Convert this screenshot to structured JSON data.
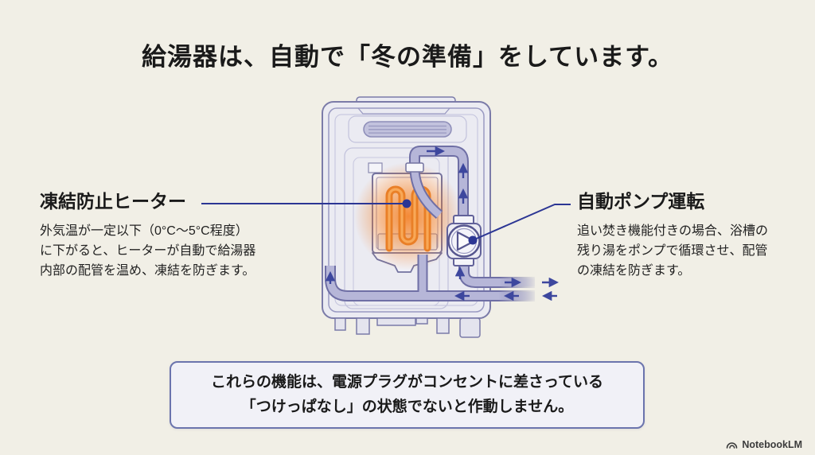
{
  "page": {
    "title": "給湯器は、自動で「冬の準備」をしています。",
    "background_color": "#f1efe6"
  },
  "callouts": {
    "left": {
      "heading": "凍結防止ヒーター",
      "lines": [
        "外気温が一定以下（0°C〜5°C程度）",
        "に下がると、ヒーターが自動で給湯器",
        "内部の配管を温め、凍結を防ぎます。"
      ]
    },
    "right": {
      "heading": "自動ポンプ運転",
      "lines": [
        "追い焚き機能付きの場合、浴槽の",
        "残り湯をポンプで循環させ、配管",
        "の凍結を防ぎます。"
      ]
    }
  },
  "notice": {
    "lines": [
      "これらの機能は、電源プラグがコンセントに差さっている",
      "「つけっぱなし」の状態でないと作動しません。"
    ]
  },
  "footer": {
    "brand": "NotebookLM"
  },
  "diagram": {
    "subject": "water-heater-internal-cutaway",
    "icons": {
      "heater": "freeze-prevention-heater-coil-icon",
      "pump": "circulation-pump-icon",
      "vent": "exhaust-vent-icon"
    },
    "colors": {
      "casing_fill": "#ebebf2",
      "casing_stroke": "#7b7ba8",
      "pipe_fill": "#b6b6d8",
      "pipe_stroke": "#6f6fa5",
      "flow_arrow": "#3d479e",
      "connector_line": "#2c3694",
      "coil_orange": "#e97f27",
      "glow_orange": "#f38025",
      "notice_border": "#6b74ad"
    }
  }
}
